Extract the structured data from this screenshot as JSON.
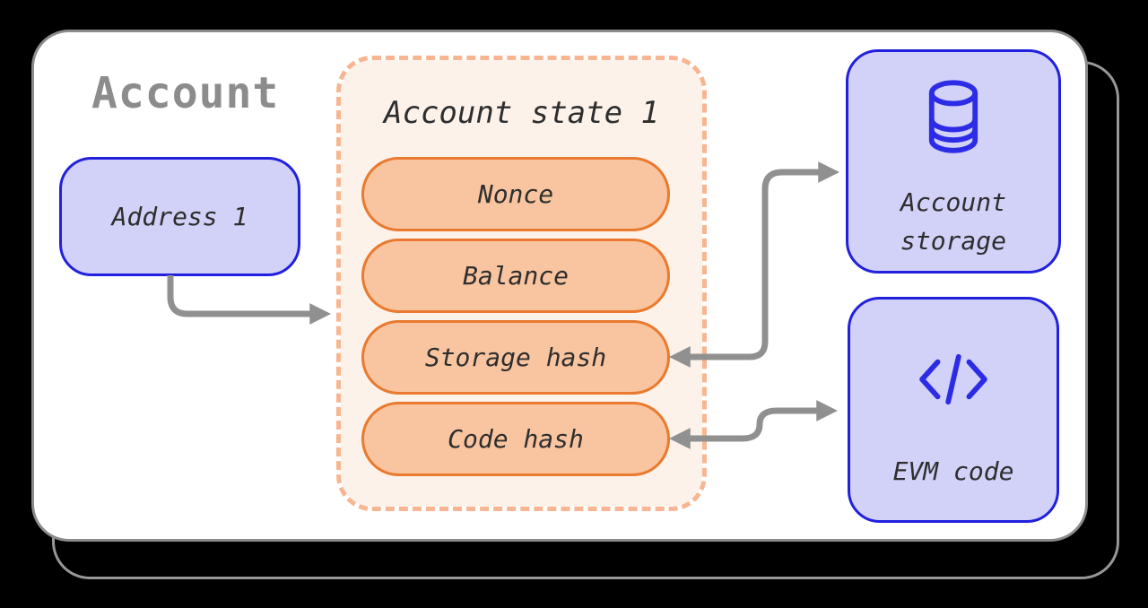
{
  "colors": {
    "container_fill": "#ffffff",
    "container_border": "#8b8b8b",
    "shadow_border": "#979797",
    "heading_text": "#8c8c8c",
    "body_text": "#2e2e2e",
    "blue_border": "#2121dd",
    "blue_icon": "#2c2ce6",
    "lavender_fill": "#d2d1f8",
    "state_fill": "#fdf2ea",
    "state_dash_border": "#f7b691",
    "field_fill": "#f9c5a0",
    "field_border": "#e97a2f",
    "arrow": "#909090"
  },
  "diagram": {
    "heading": "Account",
    "address_box": {
      "label": "Address 1"
    },
    "state_box": {
      "title": "Account state 1",
      "fields": [
        {
          "label": "Nonce"
        },
        {
          "label": "Balance"
        },
        {
          "label": "Storage hash"
        },
        {
          "label": "Code hash"
        }
      ]
    },
    "storage_box": {
      "icon": "database-icon",
      "label_line1": "Account",
      "label_line2": "storage"
    },
    "evm_box": {
      "icon": "code-icon",
      "label": "EVM code"
    },
    "connections": [
      {
        "from": "Address 1",
        "to": "Account state 1",
        "heads": "end"
      },
      {
        "from": "Storage hash",
        "to": "Account storage",
        "heads": "both"
      },
      {
        "from": "Code hash",
        "to": "EVM code",
        "heads": "both"
      }
    ]
  }
}
